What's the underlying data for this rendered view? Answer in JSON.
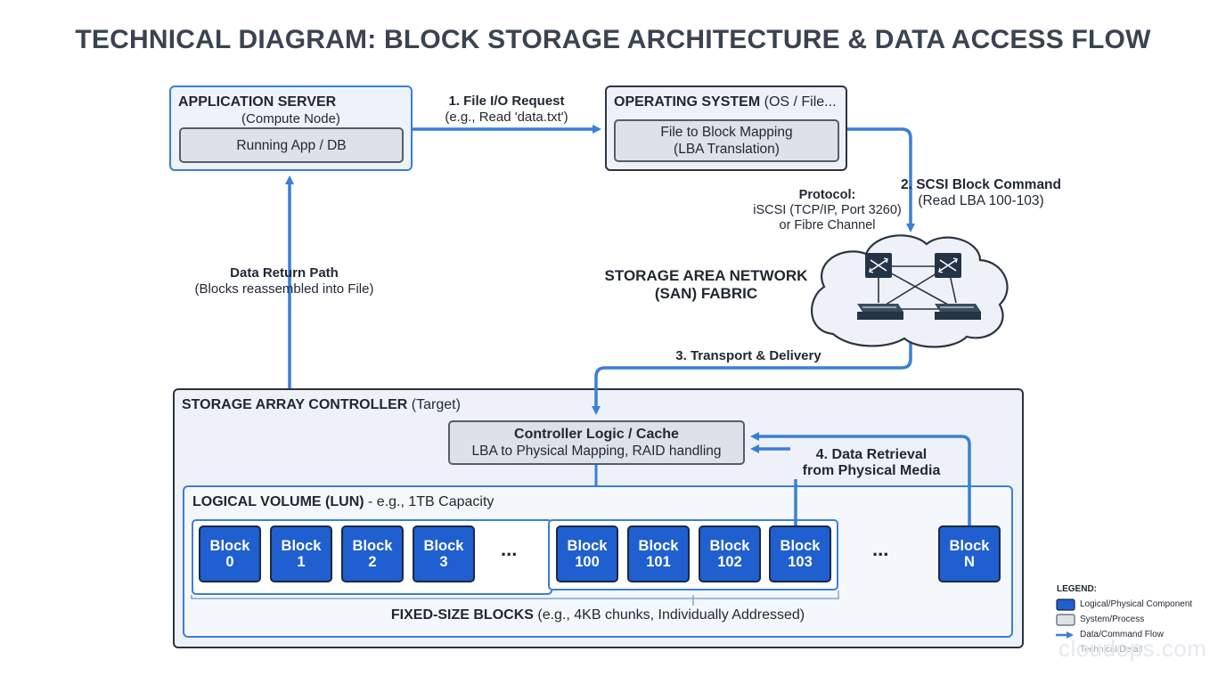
{
  "title": "TECHNICAL DIAGRAM: BLOCK STORAGE ARCHITECTURE & DATA ACCESS FLOW",
  "app_server": {
    "title": "APPLICATION SERVER",
    "subtitle": "(Compute Node)",
    "inner": "Running App / DB"
  },
  "os": {
    "title_bold": "OPERATING SYSTEM",
    "title_rest": " (OS / File...",
    "inner_line1": "File to Block Mapping",
    "inner_line2": "(LBA Translation)"
  },
  "step1": {
    "line1": "1. File I/O Request",
    "line2": "(e.g., Read 'data.txt')"
  },
  "step2": {
    "line1": "2. SCSI Block Command",
    "line2": "(Read LBA 100-103)"
  },
  "protocol": {
    "line1": "Protocol:",
    "line2": "iSCSI (TCP/IP, Port 3260)",
    "line3": "or Fibre Channel"
  },
  "san": {
    "line1": "STORAGE AREA NETWORK",
    "line2": "(SAN) FABRIC"
  },
  "step3": "3. Transport & Delivery",
  "return_path": {
    "line1": "Data Return Path",
    "line2": "(Blocks reassembled into File)"
  },
  "controller": {
    "title_bold": "STORAGE ARRAY CONTROLLER",
    "title_rest": " (Target)",
    "inner_line1": "Controller Logic / Cache",
    "inner_line2": "LBA to Physical Mapping, RAID handling"
  },
  "step4": {
    "line1": "4. Data Retrieval",
    "line2": "from Physical Media"
  },
  "lun": {
    "title_bold": "LOGICAL VOLUME (LUN)",
    "title_rest": " - e.g., 1TB Capacity"
  },
  "blocks": [
    {
      "word": "Block",
      "id": "0"
    },
    {
      "word": "Block",
      "id": "1"
    },
    {
      "word": "Block",
      "id": "2"
    },
    {
      "word": "Block",
      "id": "3"
    },
    {
      "word": "Block",
      "id": "100"
    },
    {
      "word": "Block",
      "id": "101"
    },
    {
      "word": "Block",
      "id": "102"
    },
    {
      "word": "Block",
      "id": "103"
    },
    {
      "word": "Block",
      "id": "N"
    }
  ],
  "ellipsis": "...",
  "fixed_blocks": {
    "bold": "FIXED-SIZE BLOCKS",
    "rest": " (e.g., 4KB chunks, Individually Addressed)"
  },
  "legend": {
    "title": "LEGEND:",
    "items": [
      {
        "label": "Logical/Physical Component"
      },
      {
        "label": "System/Process"
      },
      {
        "label": "Data/Command Flow"
      },
      {
        "label": "Technical Detail"
      }
    ]
  },
  "watermark": "cloudops.com",
  "colors": {
    "flow_blue": "#3a7fd9",
    "block_blue": "#1f5fd0",
    "dark_border": "#2b3440",
    "process_grey": "#dde2e9"
  }
}
